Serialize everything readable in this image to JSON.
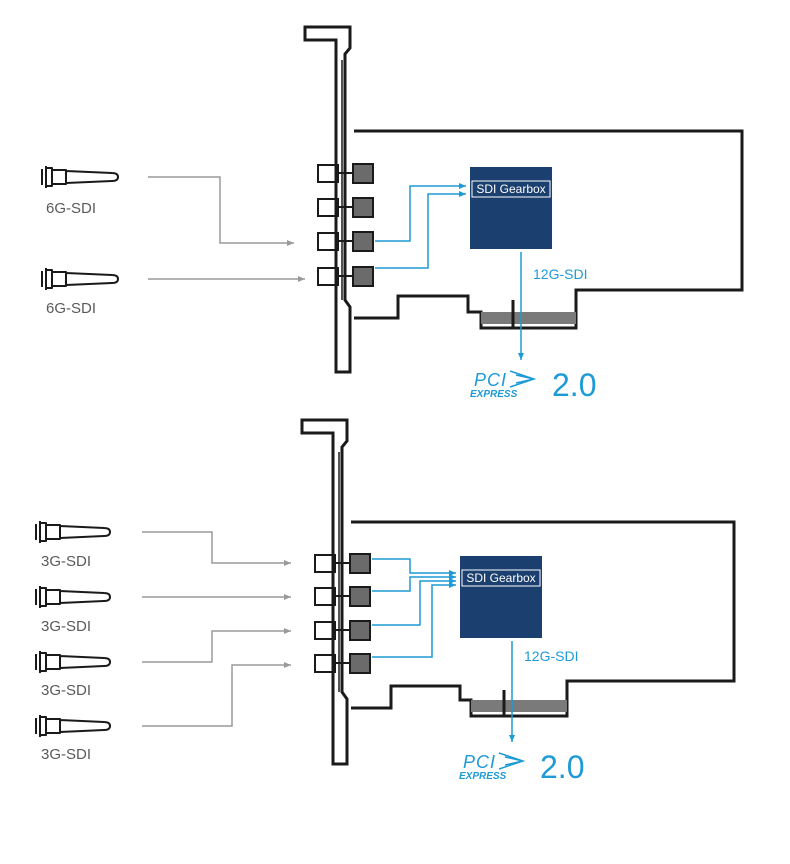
{
  "diagrams": [
    {
      "inputs": [
        "6G-SDI",
        "6G-SDI"
      ],
      "gearbox_label": "SDI Gearbox",
      "output_label": "12G-SDI",
      "bus_logo": {
        "top": "PCI",
        "bottom": "EXPRESS",
        "version": "2.0"
      }
    },
    {
      "inputs": [
        "3G-SDI",
        "3G-SDI",
        "3G-SDI",
        "3G-SDI"
      ],
      "gearbox_label": "SDI Gearbox",
      "output_label": "12G-SDI",
      "bus_logo": {
        "top": "PCI",
        "bottom": "EXPRESS",
        "version": "2.0"
      }
    }
  ],
  "colors": {
    "line_gray": "#9a9a9a",
    "card_outline": "#1a1a1a",
    "connector_fill": "#6b6b6b",
    "gearbox_fill": "#1b3f6e",
    "accent_blue": "#1e9ad6"
  }
}
